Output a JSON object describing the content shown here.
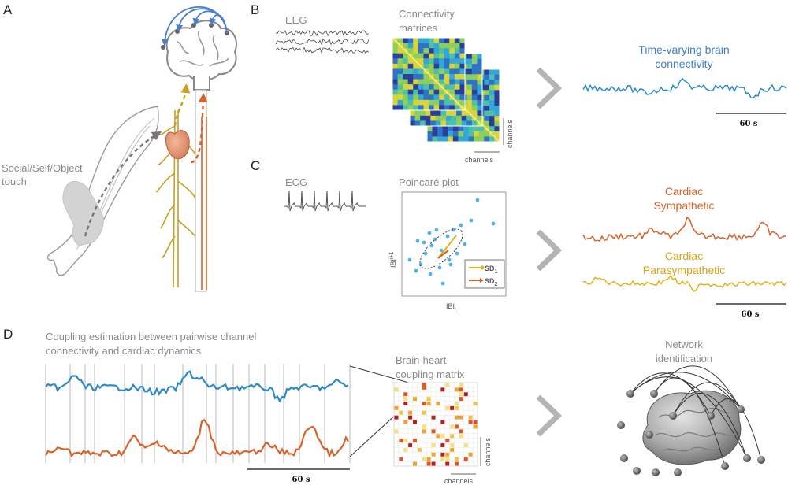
{
  "panels": {
    "a": {
      "letter": "A",
      "touch_label_line1": "Social/Self/Object",
      "touch_label_line2": "touch"
    },
    "b": {
      "letter": "B",
      "eeg_label": "EEG",
      "matrices_label_line1": "Connectivity",
      "matrices_label_line2": "matrices",
      "channels_x": "channels",
      "channels_y": "channels",
      "output_title_line1": "Time-varying brain",
      "output_title_line2": "connectivity",
      "scale_label": "60 s"
    },
    "c": {
      "letter": "C",
      "ecg_label": "ECG",
      "poincare_label": "Poincaré plot",
      "x_axis": "IBI",
      "x_axis_sub": "i",
      "y_axis": "IBI",
      "y_axis_sub": "i+1",
      "legend_sd1": "SD",
      "legend_sd1_sub": "1",
      "legend_sd2": "SD",
      "legend_sd2_sub": "2",
      "sympathetic_line1": "Cardiac",
      "sympathetic_line2": "Sympathetic",
      "parasympathetic_line1": "Cardiac",
      "parasympathetic_line2": "Parasympathetic",
      "scale_label": "60 s"
    },
    "d": {
      "letter": "D",
      "title_line1": "Coupling estimation between pairwise channel",
      "title_line2": "connectivity and cardiac dynamics",
      "scale_label": "60 s",
      "matrix_label_line1": "Brain-heart",
      "matrix_label_line2": "coupling matrix",
      "channels_x": "channels",
      "channels_y": "channels",
      "network_label_line1": "Network",
      "network_label_line2": "identification"
    }
  },
  "colors": {
    "blue": "#2d8ac8",
    "orange": "#d9622b",
    "yellow": "#e3b21b",
    "nerve_yellow": "#c9a020",
    "arrow_gray": "#b4b4b4",
    "label_gray": "#8a8a8a"
  }
}
